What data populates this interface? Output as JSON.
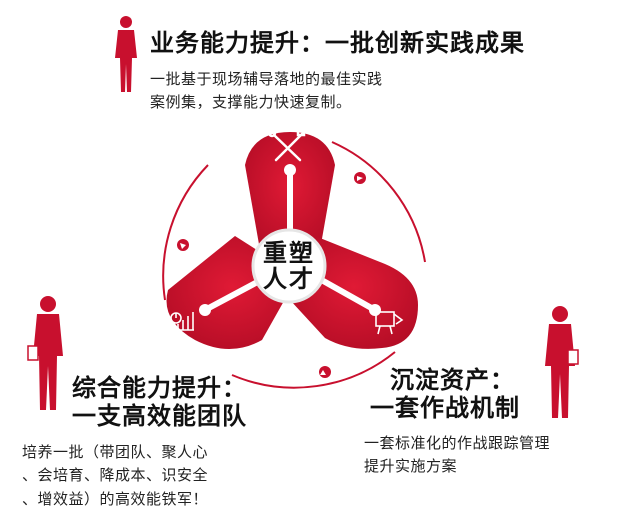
{
  "center": {
    "line1": "重塑",
    "line2": "人才"
  },
  "top": {
    "title": "业务能力提升：一批创新实践成果",
    "desc": [
      "一批基于现场辅导落地的最佳实践",
      "案例集，支撑能力快速复制。"
    ]
  },
  "left": {
    "title": [
      "综合能力提升：",
      "一支高效能团队"
    ],
    "desc": [
      "培养一批（带团队、聚人心",
      "、会培育、降成本、识安全",
      "、增效益）的高效能铁军！"
    ]
  },
  "right": {
    "title": [
      "沉淀资产：",
      "一套作战机制"
    ],
    "desc": [
      "一套标准化的作战跟踪管理",
      "提升实施方案"
    ]
  },
  "icons": [
    "tools-icon",
    "chart-icon",
    "presentation-icon",
    "businessman-icon"
  ],
  "colors": {
    "accent": "#c8102e",
    "dark_accent": "#a00c22",
    "text": "#1a1a1a"
  }
}
